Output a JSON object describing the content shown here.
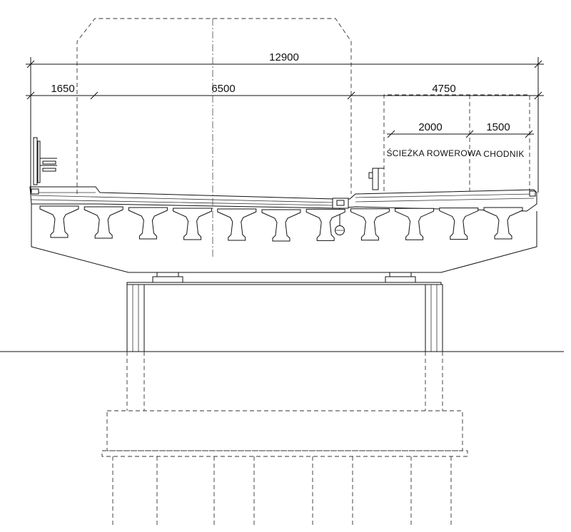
{
  "dimensions": {
    "total": "12900",
    "left_cornice": "1650",
    "roadway": "6500",
    "right_part": "4750",
    "bike_path": "2000",
    "sidewalk": "1500"
  },
  "labels": {
    "bike_path": "ŚCIEŻKA ROWEROWA",
    "sidewalk": "CHODNIK"
  },
  "girders": {
    "count": 11
  }
}
